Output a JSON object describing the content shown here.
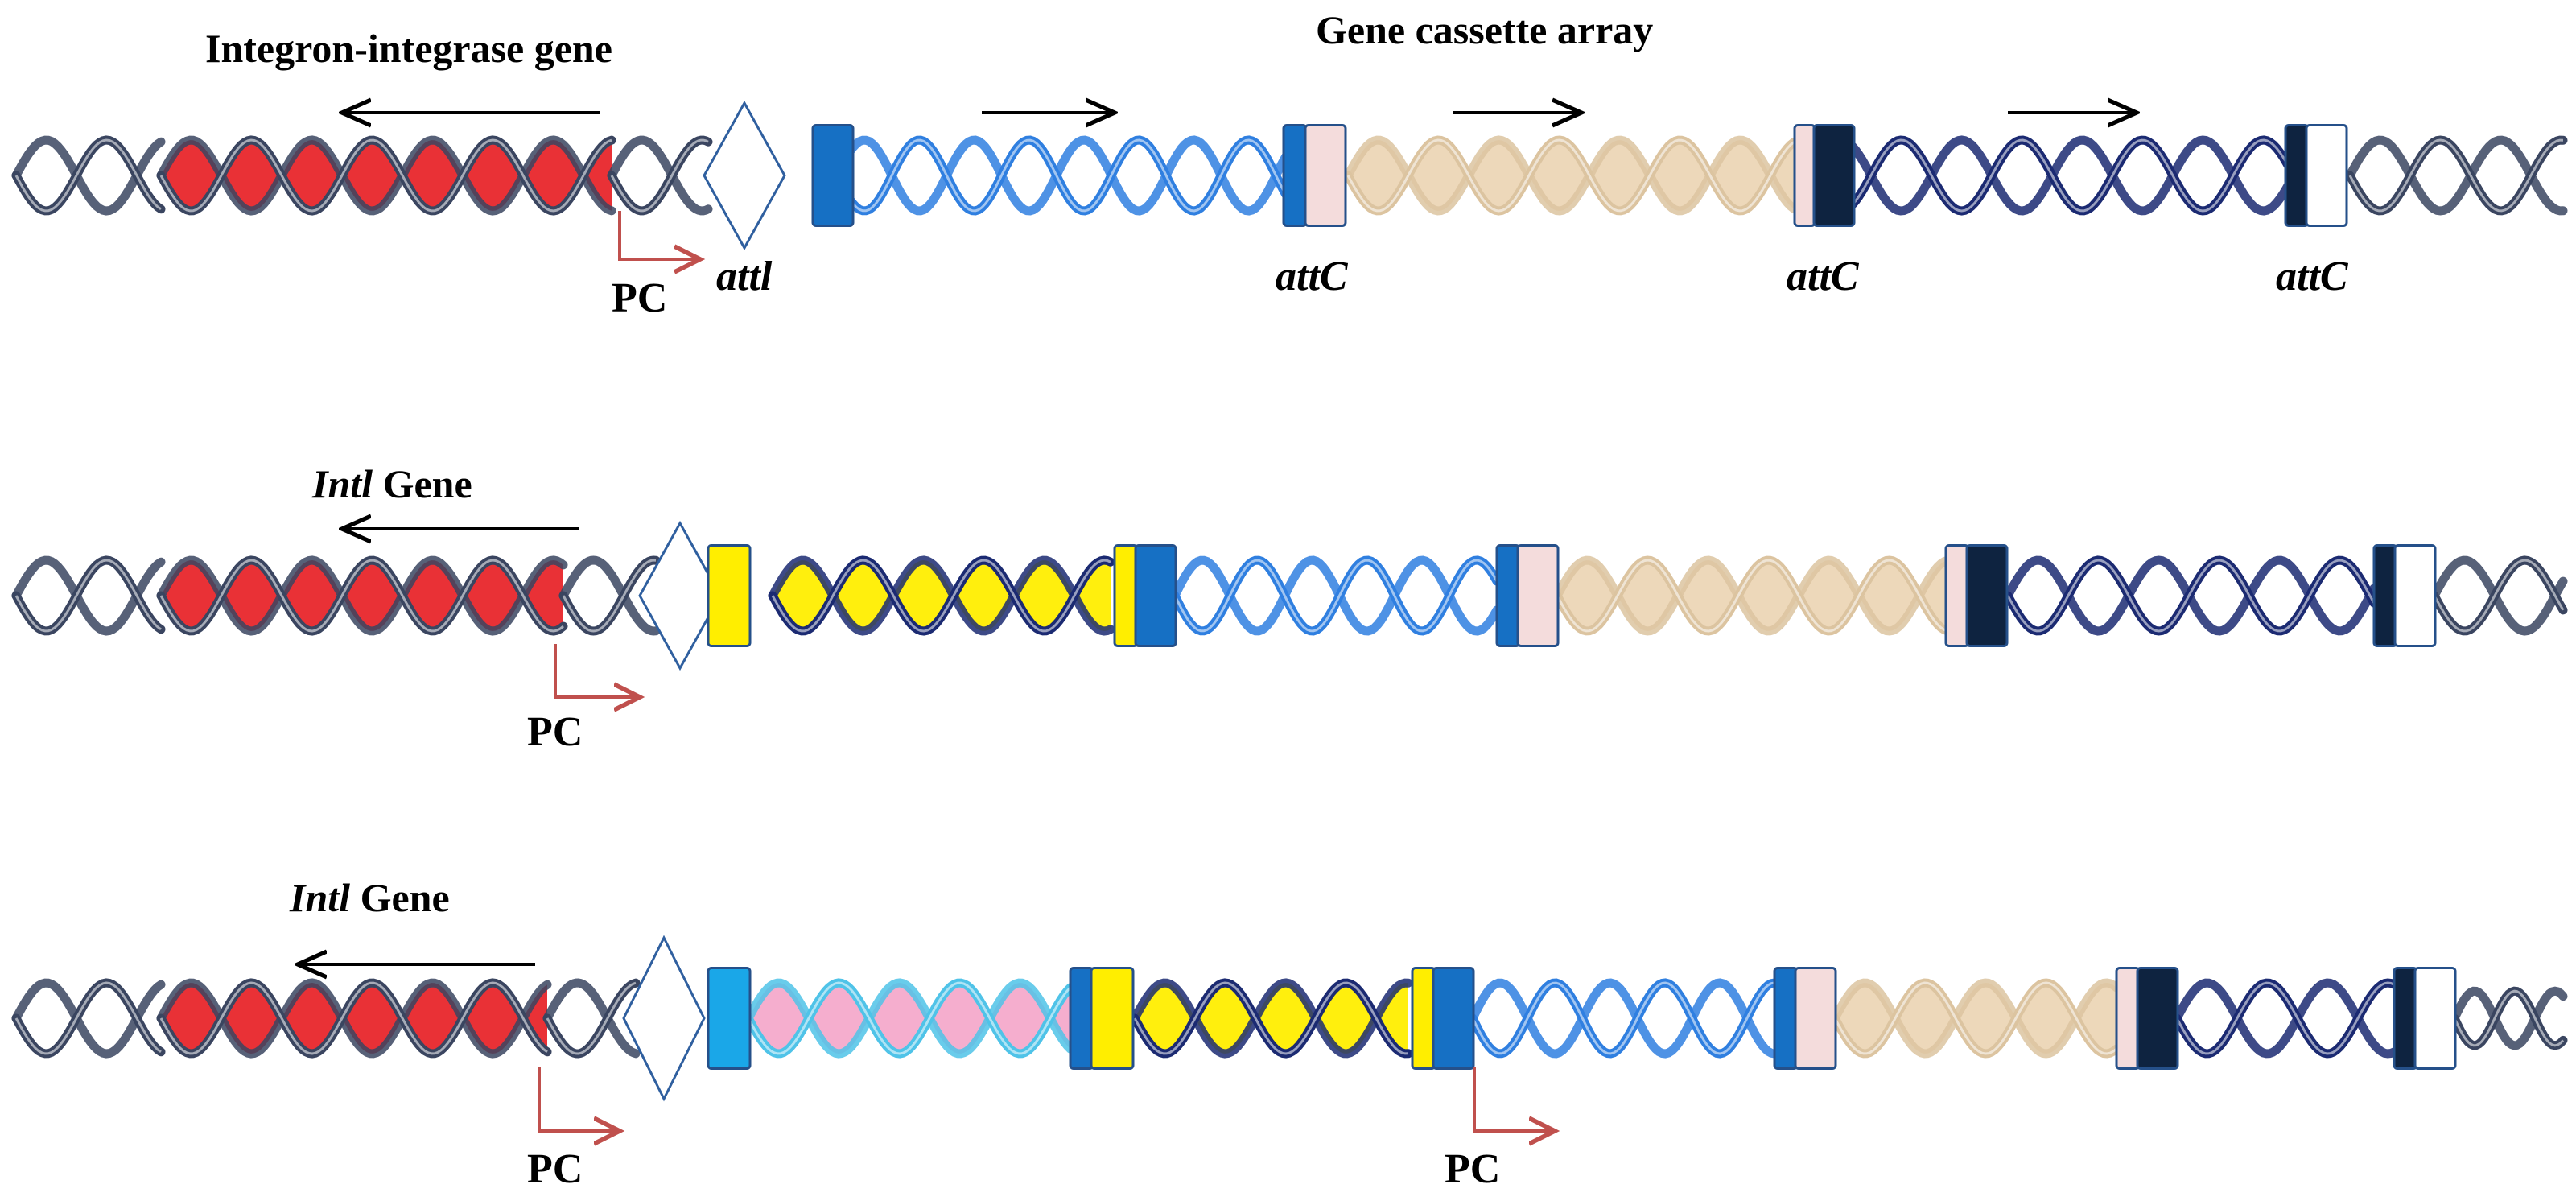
{
  "rows": [
    {
      "gene_label": {
        "italic": "",
        "plain": "Integron-integrase gene"
      },
      "cassette_label": "Gene cassette array",
      "site_labels": [
        "attl",
        "attC",
        "attC",
        "attC"
      ],
      "promoter_labels": [
        "PC"
      ]
    },
    {
      "gene_label": {
        "italic": "Intl",
        "plain": " Gene"
      },
      "promoter_labels": [
        "PC"
      ]
    },
    {
      "gene_label": {
        "italic": "Intl",
        "plain": " Gene"
      },
      "promoter_labels": [
        "PC",
        "PC"
      ]
    }
  ],
  "colors": {
    "integrase": "#e8262b",
    "backbone_light": "#ffffff",
    "backbone_dark": "#3a4560",
    "cassette_blue": "#2f7fe0",
    "cassette_beige": "#ecd6b6",
    "cassette_navy": "#1b2a72",
    "cassette_yellow": "#ffee00",
    "cassette_pink": "#f4aacb",
    "site_blue": "#1670c4",
    "site_cyan": "#1aa7e8",
    "site_pink": "#f4dcdc",
    "site_dark": "#0e2340",
    "promoter_arrow": "#c0504d",
    "attl_outline": "#2f5f9f"
  }
}
